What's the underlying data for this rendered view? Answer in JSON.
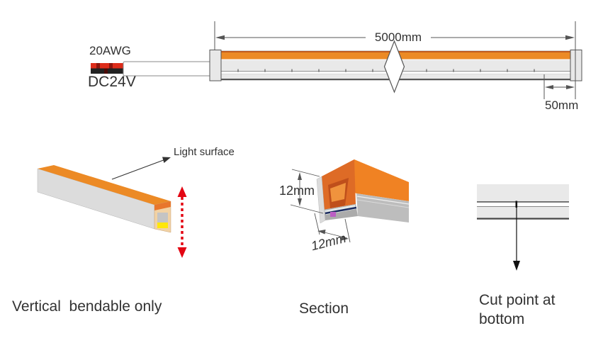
{
  "strip": {
    "wire_gauge": "20AWG",
    "voltage": "DC24V",
    "total_length": "5000mm",
    "cut_interval": "50mm"
  },
  "bend_view": {
    "light_surface": "Light surface",
    "caption": "Vertical  bendable only"
  },
  "section_view": {
    "height": "12mm",
    "width": "12mm",
    "caption": "Section"
  },
  "cut_view": {
    "caption_line1": "Cut point at",
    "caption_line2": "bottom"
  },
  "colors": {
    "accent_orange": "#EC8A25",
    "bright_orange": "#F08223",
    "deep_orange": "#DE6B26",
    "recess_orange": "#BF4F1B",
    "cream": "#F2D2A4",
    "led_yellow": "#FFE70A",
    "bend_arrow_red": "#E30613",
    "wire_red": "#DD2C1A",
    "wire_black": "#222222",
    "body_gray": "#E9E9E9",
    "line_dark": "#555555"
  }
}
